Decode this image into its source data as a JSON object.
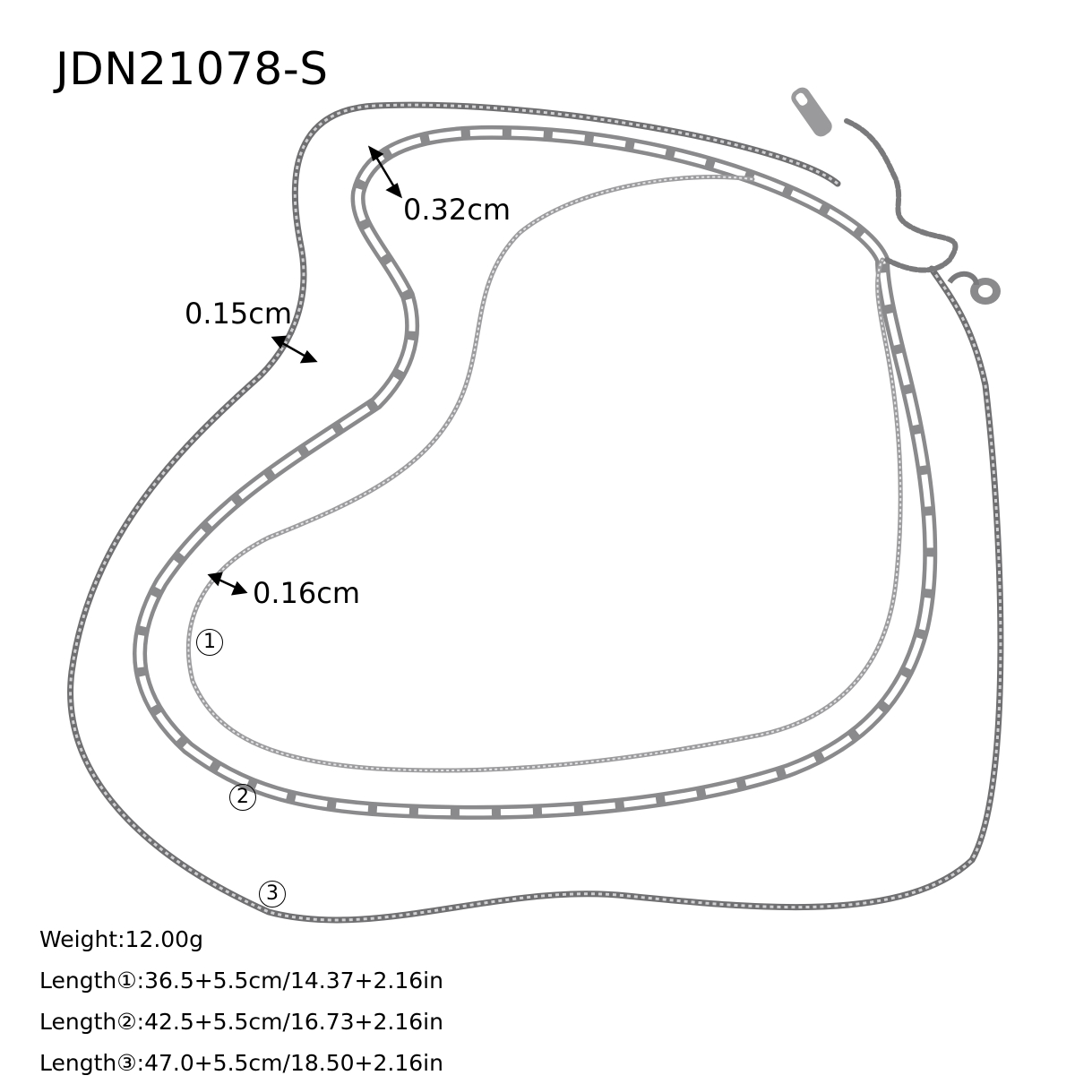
{
  "product": {
    "code": "JDN21078-S"
  },
  "dimensions": {
    "box_chain_width": "0.15cm",
    "paperclip_chain_width": "0.32cm",
    "cable_chain_width": "0.16cm"
  },
  "markers": {
    "m1": "1",
    "m2": "2",
    "m3": "3"
  },
  "specs": {
    "weight": "Weight:12.00g",
    "length1": "Length①:36.5+5.5cm/14.37+2.16in",
    "length2": "Length②:42.5+5.5cm/16.73+2.16in",
    "length3": "Length③:47.0+5.5cm/18.50+2.16in"
  },
  "colors": {
    "background": "#ffffff",
    "text": "#000000",
    "metal": "#9a9a9c",
    "metal_dark": "#5e5e60",
    "metal_light": "#d6d6d8"
  }
}
